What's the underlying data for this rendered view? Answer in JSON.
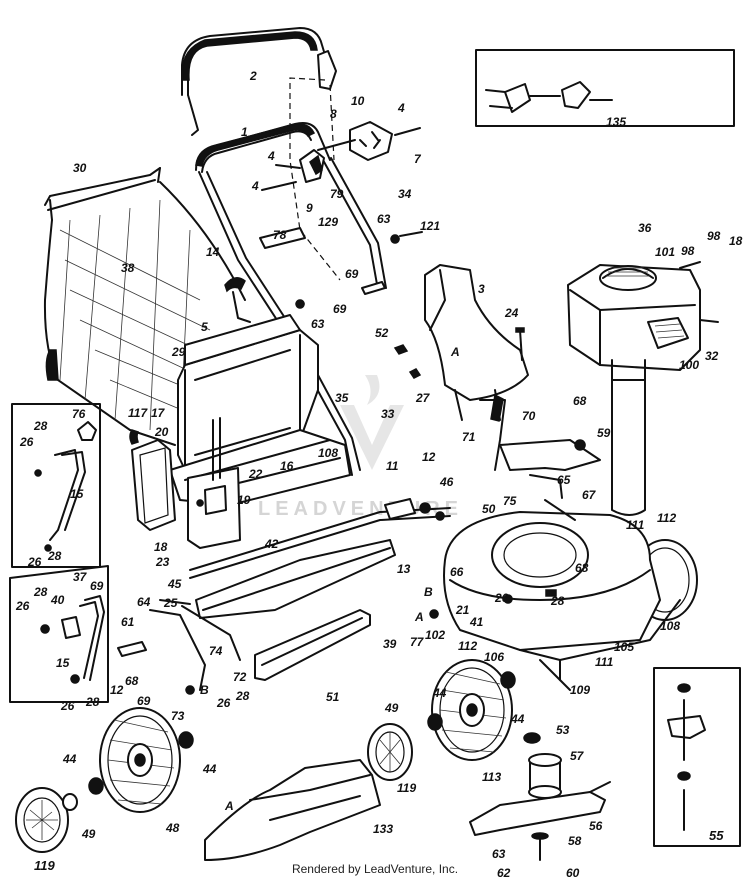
{
  "watermark": "LEADVENTURE",
  "footer": "Rendered by LeadVenture, Inc.",
  "labels": {
    "l1": "1",
    "l2": "2",
    "l3": "3",
    "l4a": "4",
    "l4b": "4",
    "l4c": "4",
    "l5": "5",
    "l7": "7",
    "l8": "8",
    "l9": "9",
    "l10": "10",
    "l11": "11",
    "l12a": "12",
    "l12b": "12",
    "l13": "13",
    "l14": "14",
    "l15a": "15",
    "l15b": "15",
    "l16": "16",
    "l17": "17",
    "l18a": "18",
    "l18b": "18",
    "l19": "19",
    "l20": "20",
    "l21": "21",
    "l22": "22",
    "l23": "23",
    "l24": "24",
    "l25": "25",
    "l26a": "26",
    "l26b": "26",
    "l26c": "26",
    "l26d": "26",
    "l26e": "26",
    "l26f": "26",
    "l27": "27",
    "l28a": "28",
    "l28b": "28",
    "l28c": "28",
    "l28d": "28",
    "l28e": "28",
    "l28f": "28",
    "l29": "29",
    "l30": "30",
    "l32": "32",
    "l33": "33",
    "l34": "34",
    "l35": "35",
    "l36": "36",
    "l37": "37",
    "l38": "38",
    "l39": "39",
    "l40": "40",
    "l41": "41",
    "l42": "42",
    "l44a": "44",
    "l44b": "44",
    "l44c": "44",
    "l44d": "44",
    "l45": "45",
    "l46": "46",
    "l48": "48",
    "l49a": "49",
    "l49b": "49",
    "l50": "50",
    "l51": "51",
    "l52": "52",
    "l53": "53",
    "l55": "55",
    "l56": "56",
    "l57": "57",
    "l58": "58",
    "l59": "59",
    "l60": "60",
    "l61": "61",
    "l62": "62",
    "l63a": "63",
    "l63b": "63",
    "l63c": "63",
    "l64": "64",
    "l65": "65",
    "l66": "66",
    "l67": "67",
    "l68a": "68",
    "l68b": "68",
    "l68c": "68",
    "l69a": "69",
    "l69b": "69",
    "l69c": "69",
    "l69d": "69",
    "l70": "70",
    "l71": "71",
    "l72": "72",
    "l73": "73",
    "l74": "74",
    "l75": "75",
    "l76": "76",
    "l77": "77",
    "l78": "78",
    "l79": "79",
    "l98a": "98",
    "l98b": "98",
    "l100": "100",
    "l101": "101",
    "l102": "102",
    "l105": "105",
    "l106": "106",
    "l108a": "108",
    "l108b": "108",
    "l109": "109",
    "l111a": "111",
    "l111b": "111",
    "l112a": "112",
    "l112b": "112",
    "l113": "113",
    "l117": "117",
    "l119a": "119",
    "l119b": "119",
    "l121": "121",
    "l129": "129",
    "l133": "133",
    "l135": "135",
    "refA1": "A",
    "refA2": "A",
    "refA3": "A",
    "refB1": "B",
    "refB2": "B"
  }
}
